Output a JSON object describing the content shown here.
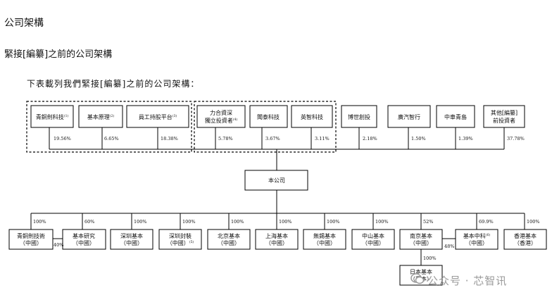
{
  "heading": "公司架構",
  "subheading": "緊接[編纂]之前的公司架構",
  "intro": "下表載列我們緊接[編纂]之前的公司架構：",
  "company": "本公司",
  "shareholders": [
    {
      "line1": "青銅劍科技",
      "sup": "(1)",
      "pct": "19.56%"
    },
    {
      "line1": "基本原理",
      "sup": "(2)",
      "pct": "6.65%"
    },
    {
      "line1": "員工持股平台",
      "sup": "(3)",
      "pct": "18.38%"
    },
    {
      "line1": "力合資深",
      "line2": "獨立投資者",
      "sup": "(4)",
      "pct": "5.78%"
    },
    {
      "line1": "聞泰科技",
      "pct": "3.67%"
    },
    {
      "line1": "英智科技",
      "pct": "3.11%"
    },
    {
      "line1": "博世創投",
      "pct": "2.18%"
    },
    {
      "line1": "廣汽智行",
      "pct": "1.50%"
    },
    {
      "line1": "中車青島",
      "pct": "1.39%"
    },
    {
      "line1": "其他[編纂]",
      "line2": "前投資者",
      "pct": "37.78%"
    }
  ],
  "subsidiaries": [
    {
      "line1": "青銅劍技術",
      "line2": "（中國）",
      "pct": "100%"
    },
    {
      "line1": "基本研究",
      "line2": "（中國）",
      "pct": "60%",
      "minority_pct": "40%"
    },
    {
      "line1": "深圳基本",
      "line2": "（中國）",
      "pct": "100%"
    },
    {
      "line1": "深圳封裝",
      "line2": "（中國）",
      "sup": "(5)",
      "pct": "100%"
    },
    {
      "line1": "北京基本",
      "line2": "（中國）",
      "pct": "100%"
    },
    {
      "line1": "上海基本",
      "line2": "（中國）",
      "pct": "100%"
    },
    {
      "line1": "無錫基本",
      "line2": "（中國）",
      "pct": "100%"
    },
    {
      "line1": "中山基本",
      "line2": "（中國）",
      "pct": "100%"
    },
    {
      "line1": "南京基本",
      "line2": "（中國）",
      "pct": "52%"
    },
    {
      "line1": "基本中科",
      "line2": "（中國）",
      "sup": "(6)",
      "pct": "69.9%",
      "to_nanjing_pct": "48%"
    },
    {
      "line1": "香港基本",
      "line2": "（香港）",
      "pct": "100%"
    }
  ],
  "grandchild": {
    "line1": "日本基本",
    "line2": "（日本）",
    "pct": "100%"
  },
  "watermark": "公众号 · 芯智讯",
  "colors": {
    "line": "#000000",
    "watermark": "#9a9a9a"
  }
}
